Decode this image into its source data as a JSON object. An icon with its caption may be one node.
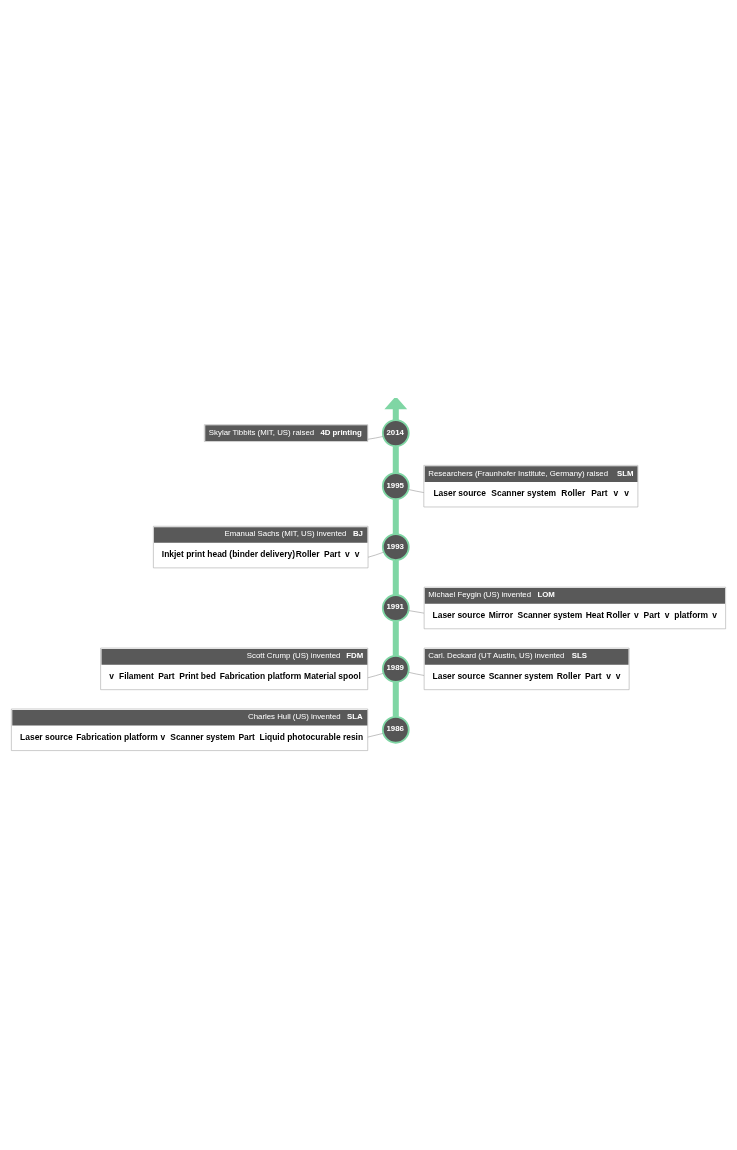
{
  "diagram": {
    "nodes": [
      {
        "text": [
          "Skylar Tibbits (MIT, US) raised **4D printing**"
        ]
      },
      {
        "text": [
          "2014"
        ]
      },
      {
        "text": [
          "Researchers (Fraunhofer Institute, Germany) raised **SLM**",
          "Laser source",
          "Scanner system",
          "Roller",
          "Part",
          "v",
          "v"
        ]
      },
      {
        "text": [
          "1995"
        ]
      },
      {
        "text": [
          "Emanual Sachs (MIT, US) invented **BJ**",
          "Inkjet print head (binder delivery)",
          "Roller",
          "Part",
          "v",
          "v"
        ]
      },
      {
        "text": [
          "1993"
        ]
      },
      {
        "text": [
          "Michael Feygin (US) invented **LOM**",
          "Laser source",
          "Mirror",
          "Scanner system",
          "Heat Roller",
          "v",
          "Part",
          "v",
          "platform",
          "v"
        ]
      },
      {
        "text": [
          "1991"
        ]
      },
      {
        "text": [
          "Scott Crump (US) invented **FDM**",
          "v",
          "Filament",
          "Part",
          "Print bed",
          "Fabrication platform",
          "Material spool"
        ]
      },
      {
        "text": [
          "1989"
        ]
      },
      {
        "text": [
          "Carl. Deckard (UT Austin, US) invented **SLS**",
          "Laser source",
          "Scanner system",
          "Roller",
          "Part",
          "v",
          "v"
        ]
      },
      {
        "text": [
          "Charles Hull (US) invented **SLA**",
          "Laser source",
          "Fabrication platform",
          "v",
          "Scanner system",
          "Part",
          "Liquid photocurable resin"
        ]
      },
      {
        "text": [
          "1986"
        ]
      }
    ],
    "edges": [
      {
        "from": 12,
        "to": 9,
        "arrow": "none",
        "style": "thick",
        "color": "#7fd6a4"
      },
      {
        "from": 9,
        "to": 7,
        "arrow": "none",
        "style": "thick",
        "color": "#7fd6a4"
      },
      {
        "from": 7,
        "to": 5,
        "arrow": "none",
        "style": "thick",
        "color": "#7fd6a4"
      },
      {
        "from": 5,
        "to": 3,
        "arrow": "none",
        "style": "thick",
        "color": "#7fd6a4"
      },
      {
        "from": 3,
        "to": 1,
        "arrow": "none",
        "style": "thick",
        "color": "#7fd6a4"
      },
      {
        "from": 1,
        "to": null,
        "arrow": "to",
        "style": "thick",
        "color": "#7fd6a4"
      },
      {
        "from": 1,
        "to": 0,
        "arrow": "none"
      },
      {
        "from": 3,
        "to": 2,
        "arrow": "none"
      },
      {
        "from": 5,
        "to": 4,
        "arrow": "none"
      },
      {
        "from": 7,
        "to": 6,
        "arrow": "none"
      },
      {
        "from": 9,
        "to": 8,
        "arrow": "none"
      },
      {
        "from": 9,
        "to": 10,
        "arrow": "none"
      },
      {
        "from": 12,
        "to": 11,
        "arrow": "none"
      }
    ]
  }
}
